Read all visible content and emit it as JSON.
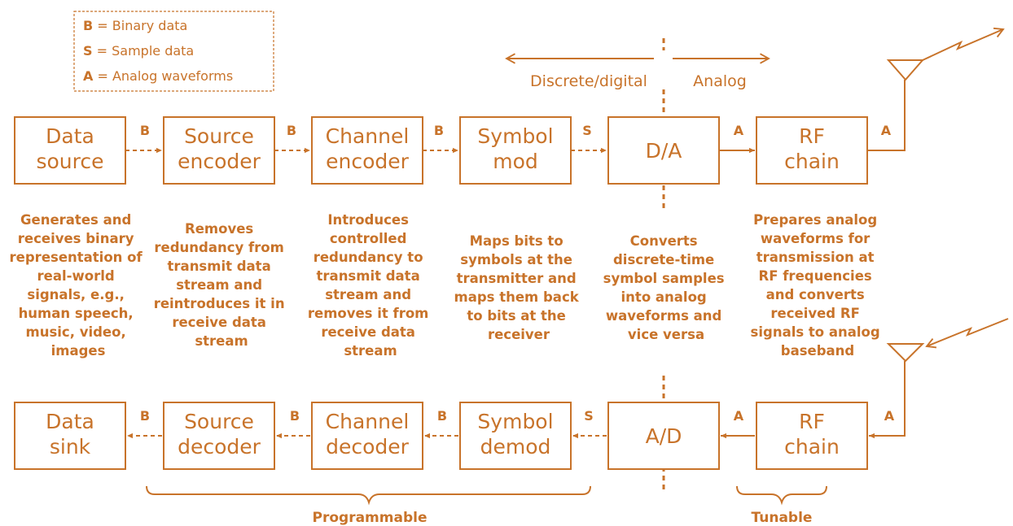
{
  "colors": {
    "accent": "#c8732a",
    "background": "#ffffff"
  },
  "legend": [
    {
      "key": "B",
      "text": " = Binary data"
    },
    {
      "key": "S",
      "text": " = Sample data"
    },
    {
      "key": "A",
      "text": " = Analog waveforms"
    }
  ],
  "domains": {
    "left": "Discrete/digital",
    "right": "Analog"
  },
  "transmit_chain": {
    "blocks": [
      {
        "lines": [
          "Data",
          "source"
        ]
      },
      {
        "lines": [
          "Source",
          "encoder"
        ]
      },
      {
        "lines": [
          "Channel",
          "encoder"
        ]
      },
      {
        "lines": [
          "Symbol",
          "mod"
        ]
      },
      {
        "lines": [
          "D/A"
        ]
      },
      {
        "lines": [
          "RF",
          "chain"
        ]
      }
    ],
    "link_labels": [
      "B",
      "B",
      "B",
      "S",
      "A",
      "A"
    ]
  },
  "receive_chain": {
    "blocks": [
      {
        "lines": [
          "Data",
          "sink"
        ]
      },
      {
        "lines": [
          "Source",
          "decoder"
        ]
      },
      {
        "lines": [
          "Channel",
          "decoder"
        ]
      },
      {
        "lines": [
          "Symbol",
          "demod"
        ]
      },
      {
        "lines": [
          "A/D"
        ]
      },
      {
        "lines": [
          "RF",
          "chain"
        ]
      }
    ],
    "link_labels": [
      "B",
      "B",
      "B",
      "S",
      "A",
      "A"
    ]
  },
  "descriptions": [
    {
      "lines": [
        "Generates and",
        "receives binary",
        "representation of",
        "real-world",
        "signals, e.g.,",
        "human speech,",
        "music, video,",
        "images"
      ]
    },
    {
      "lines": [
        "Removes",
        "redundancy from",
        "transmit data",
        "stream and",
        "reintroduces it in",
        "receive data",
        "stream"
      ]
    },
    {
      "lines": [
        "Introduces",
        "controlled",
        "redundancy to",
        "transmit data",
        "stream and",
        "removes it from",
        "receive data",
        "stream"
      ]
    },
    {
      "lines": [
        "Maps bits to",
        "symbols at the",
        "transmitter and",
        "maps them back",
        "to bits at the",
        "receiver"
      ]
    },
    {
      "lines": [
        "Converts",
        "discrete-time",
        "symbol samples",
        "into analog",
        "waveforms and",
        "vice versa"
      ]
    },
    {
      "lines": [
        "Prepares analog",
        "waveforms for",
        "transmission at",
        "RF frequencies",
        "and converts",
        "received RF",
        "signals to analog",
        "baseband"
      ]
    }
  ],
  "groups": {
    "programmable": "Programmable",
    "tunable": "Tunable"
  }
}
